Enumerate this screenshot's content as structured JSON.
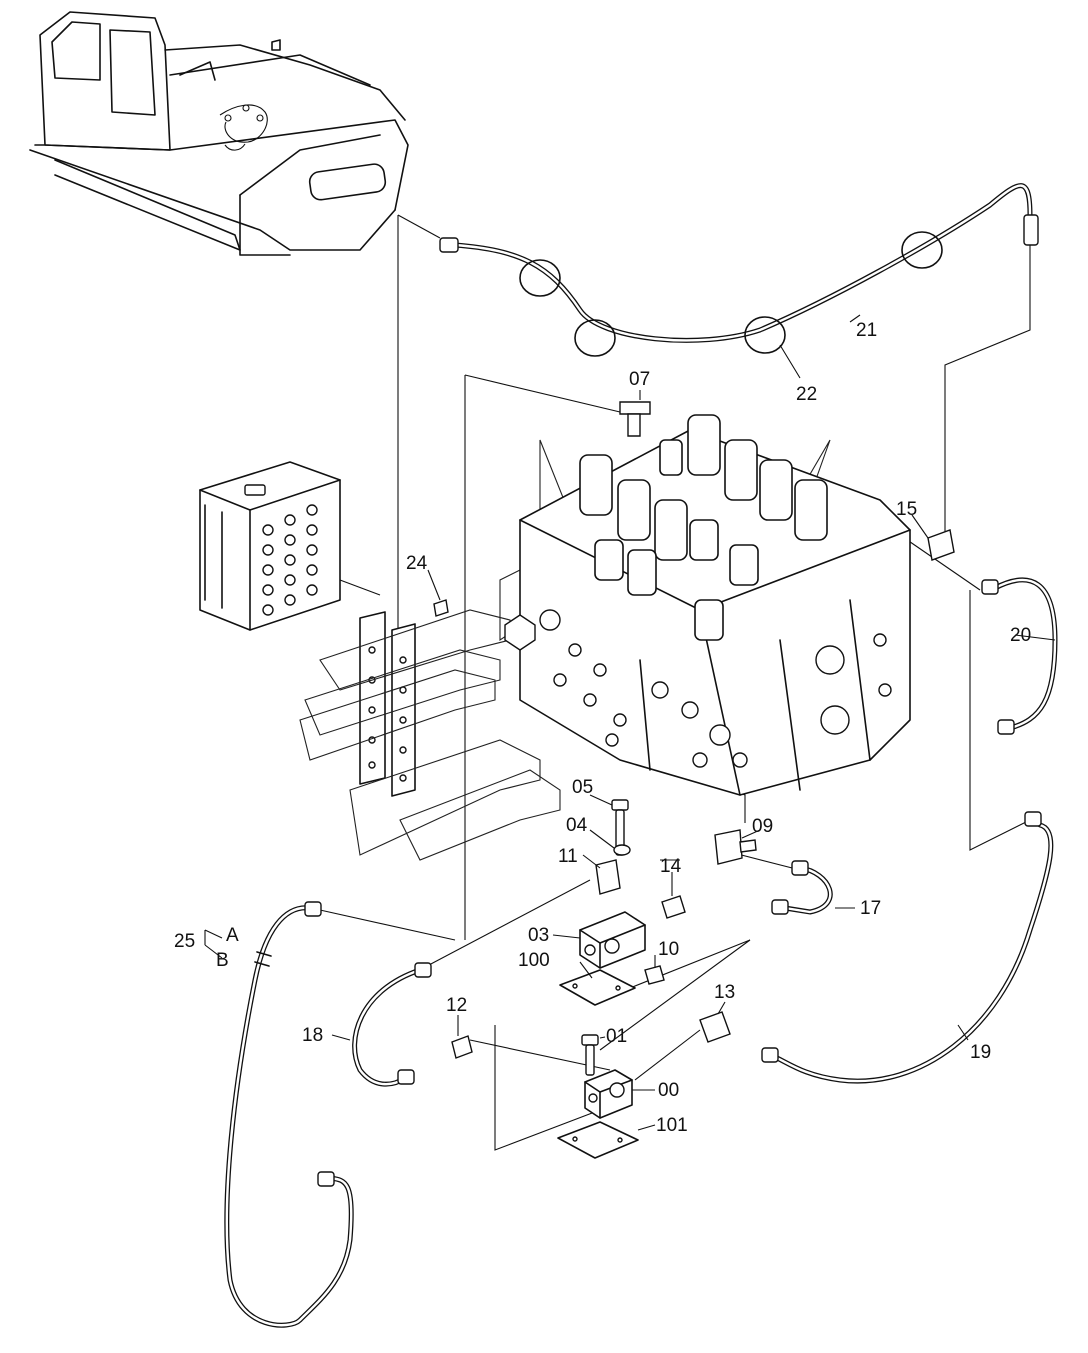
{
  "labels": [
    {
      "id": "07",
      "text": "07"
    },
    {
      "id": "15",
      "text": "15"
    },
    {
      "id": "20",
      "text": "20"
    },
    {
      "id": "21",
      "text": "21"
    },
    {
      "id": "22",
      "text": "22"
    },
    {
      "id": "24",
      "text": "24"
    },
    {
      "id": "05",
      "text": "05"
    },
    {
      "id": "04",
      "text": "04"
    },
    {
      "id": "09",
      "text": "09"
    },
    {
      "id": "11",
      "text": "11"
    },
    {
      "id": "14",
      "text": "14"
    },
    {
      "id": "17",
      "text": "17"
    },
    {
      "id": "03",
      "text": "03"
    },
    {
      "id": "10",
      "text": "10"
    },
    {
      "id": "100",
      "text": "100"
    },
    {
      "id": "25",
      "text": "25"
    },
    {
      "id": "A",
      "text": "A"
    },
    {
      "id": "B",
      "text": "B"
    },
    {
      "id": "12",
      "text": "12"
    },
    {
      "id": "18",
      "text": "18"
    },
    {
      "id": "13",
      "text": "13"
    },
    {
      "id": "01",
      "text": "01"
    },
    {
      "id": "00",
      "text": "00"
    },
    {
      "id": "19",
      "text": "19"
    },
    {
      "id": "101",
      "text": "101"
    }
  ]
}
